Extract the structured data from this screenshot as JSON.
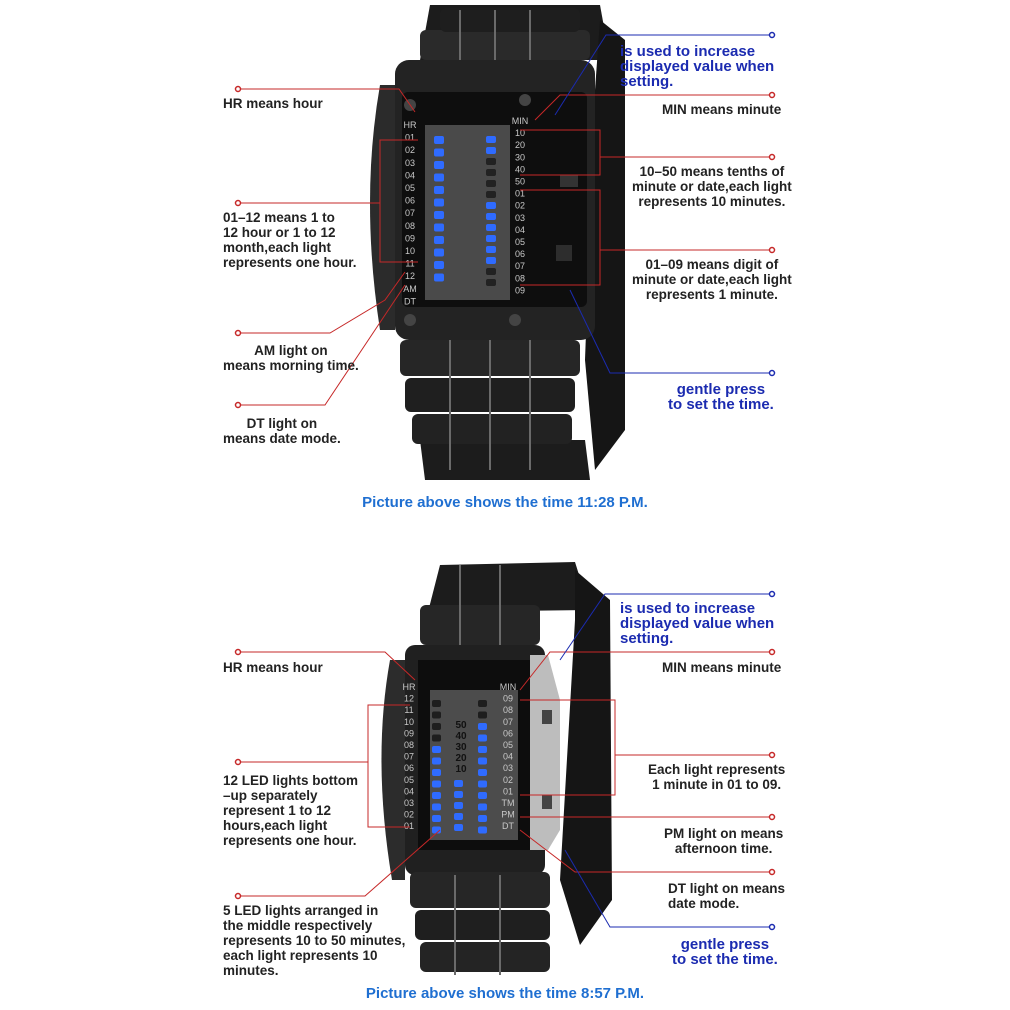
{
  "accent_red": "#c62828",
  "accent_blue": "#1b2bb0",
  "caption_color": "#1f6fd1",
  "led_color": "#2f6bff",
  "top": {
    "labels": {
      "hr": "HR means hour",
      "hour_scale": "01–12 means 1 to\n12 hour or 1 to 12\nmonth,each light\nrepresents one hour.",
      "am": "AM light on\nmeans morning time.",
      "dt": "DT light on\nmeans date mode.",
      "increase": "is used to increase\ndisplayed value when\nsetting.",
      "min": "MIN means minute",
      "tenths": "10–50 means tenths of\nminute or date,each light\nrepresents 10 minutes.",
      "digit": "01–09 means digit of\nminute or date,each light\nrepresents 1 minute.",
      "press": "gentle press\nto set the time."
    },
    "face": {
      "left_marks": [
        "HR",
        "01",
        "02",
        "03",
        "04",
        "05",
        "06",
        "07",
        "08",
        "09",
        "10",
        "11",
        "12",
        "AM",
        "DT"
      ],
      "right_marks": [
        "MIN",
        "10",
        "20",
        "30",
        "40",
        "50",
        "01",
        "02",
        "03",
        "04",
        "05",
        "06",
        "07",
        "08",
        "09"
      ]
    },
    "caption": "Picture above shows the time 11:28 P.M."
  },
  "bottom": {
    "labels": {
      "hr": "HR means hour",
      "leds_hours": "12 LED lights bottom\n–up separately\nrepresent 1 to 12\nhours,each light\nrepresents one hour.",
      "leds_middle": "5 LED lights arranged in\nthe middle respectively\nrepresents 10 to 50 minutes,\neach light represents 10\nminutes.",
      "increase": "is used to increase\ndisplayed value when\nsetting.",
      "min": "MIN means minute",
      "each_light": "Each light represents\n1 minute in 01 to 09.",
      "pm": "PM light on means\nafternoon time.",
      "dt": "DT light on means\ndate mode.",
      "press": "gentle press\nto set the time."
    },
    "face": {
      "left_marks": [
        "HR",
        "12",
        "11",
        "10",
        "09",
        "08",
        "07",
        "06",
        "05",
        "04",
        "03",
        "02",
        "01"
      ],
      "middle_marks": [
        "50",
        "40",
        "30",
        "20",
        "10"
      ],
      "right_marks": [
        "MIN",
        "09",
        "08",
        "07",
        "06",
        "05",
        "04",
        "03",
        "02",
        "01",
        "TM",
        "PM",
        "DT"
      ]
    },
    "caption": "Picture above shows the time 8:57 P.M."
  }
}
